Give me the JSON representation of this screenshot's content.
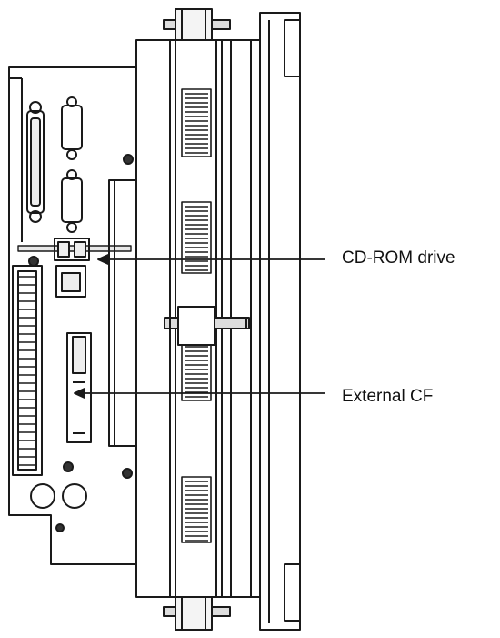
{
  "diagram": {
    "callouts": [
      {
        "id": "cdrom",
        "label": "CD-ROM drive"
      },
      {
        "id": "cf",
        "label": "External CF"
      }
    ]
  },
  "colors": {
    "line": "#1a1a1a",
    "background": "#ffffff"
  }
}
